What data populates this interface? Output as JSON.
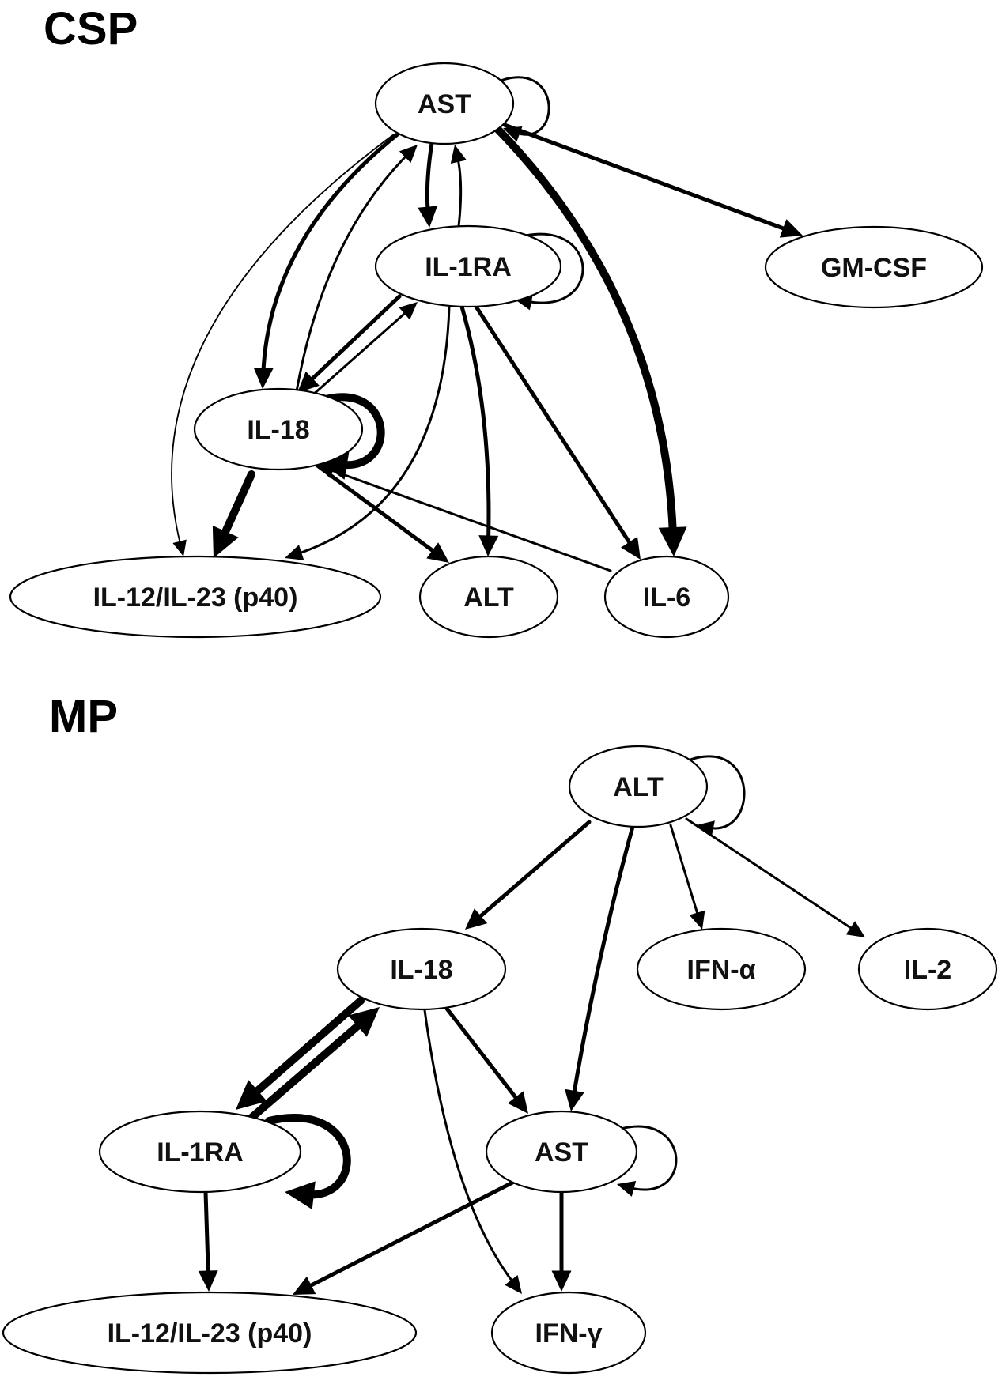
{
  "panels": [
    {
      "title": "CSP",
      "nodes": [
        {
          "id": "AST",
          "label": "AST"
        },
        {
          "id": "IL1RA",
          "label": "IL-1RA"
        },
        {
          "id": "GMCSF",
          "label": "GM-CSF"
        },
        {
          "id": "IL18",
          "label": "IL-18"
        },
        {
          "id": "P40",
          "label": "IL-12/IL-23 (p40)"
        },
        {
          "id": "ALT",
          "label": "ALT"
        },
        {
          "id": "IL6",
          "label": "IL-6"
        }
      ],
      "edges": [
        {
          "from": "AST",
          "to": "AST",
          "weight": "thin"
        },
        {
          "from": "AST",
          "to": "IL1RA",
          "weight": "medium"
        },
        {
          "from": "IL1RA",
          "to": "AST",
          "weight": "thin"
        },
        {
          "from": "AST",
          "to": "GMCSF",
          "weight": "medium"
        },
        {
          "from": "AST",
          "to": "IL18",
          "weight": "medium"
        },
        {
          "from": "IL18",
          "to": "AST",
          "weight": "thin"
        },
        {
          "from": "AST",
          "to": "P40",
          "weight": "hairline"
        },
        {
          "from": "AST",
          "to": "IL6",
          "weight": "heavy"
        },
        {
          "from": "IL1RA",
          "to": "IL1RA",
          "weight": "thin"
        },
        {
          "from": "IL1RA",
          "to": "IL18",
          "weight": "medium"
        },
        {
          "from": "IL18",
          "to": "IL1RA",
          "weight": "thin"
        },
        {
          "from": "IL1RA",
          "to": "P40",
          "weight": "thin"
        },
        {
          "from": "IL1RA",
          "to": "ALT",
          "weight": "medium"
        },
        {
          "from": "IL1RA",
          "to": "IL6",
          "weight": "medium"
        },
        {
          "from": "IL18",
          "to": "IL18",
          "weight": "heavy"
        },
        {
          "from": "IL18",
          "to": "P40",
          "weight": "heavy"
        },
        {
          "from": "IL18",
          "to": "ALT",
          "weight": "medium"
        },
        {
          "from": "IL6",
          "to": "IL18",
          "weight": "thin"
        }
      ]
    },
    {
      "title": "MP",
      "nodes": [
        {
          "id": "ALT",
          "label": "ALT"
        },
        {
          "id": "IL18",
          "label": "IL-18"
        },
        {
          "id": "IFNA",
          "label": "IFN-α"
        },
        {
          "id": "IL2",
          "label": "IL-2"
        },
        {
          "id": "IL1RA",
          "label": "IL-1RA"
        },
        {
          "id": "AST",
          "label": "AST"
        },
        {
          "id": "P40",
          "label": "IL-12/IL-23 (p40)"
        },
        {
          "id": "IFNG",
          "label": "IFN-γ"
        }
      ],
      "edges": [
        {
          "from": "ALT",
          "to": "ALT",
          "weight": "thin"
        },
        {
          "from": "ALT",
          "to": "IL18",
          "weight": "medium"
        },
        {
          "from": "ALT",
          "to": "AST",
          "weight": "medium"
        },
        {
          "from": "ALT",
          "to": "IFNA",
          "weight": "thin"
        },
        {
          "from": "ALT",
          "to": "IL2",
          "weight": "thin"
        },
        {
          "from": "IL18",
          "to": "IL1RA",
          "weight": "heavy"
        },
        {
          "from": "IL1RA",
          "to": "IL18",
          "weight": "heavy"
        },
        {
          "from": "IL18",
          "to": "AST",
          "weight": "medium"
        },
        {
          "from": "IL18",
          "to": "IFNG",
          "weight": "thin"
        },
        {
          "from": "IL1RA",
          "to": "IL1RA",
          "weight": "heavy"
        },
        {
          "from": "IL1RA",
          "to": "P40",
          "weight": "medium"
        },
        {
          "from": "AST",
          "to": "AST",
          "weight": "thin"
        },
        {
          "from": "AST",
          "to": "P40",
          "weight": "medium"
        },
        {
          "from": "AST",
          "to": "IFNG",
          "weight": "medium"
        }
      ]
    }
  ]
}
